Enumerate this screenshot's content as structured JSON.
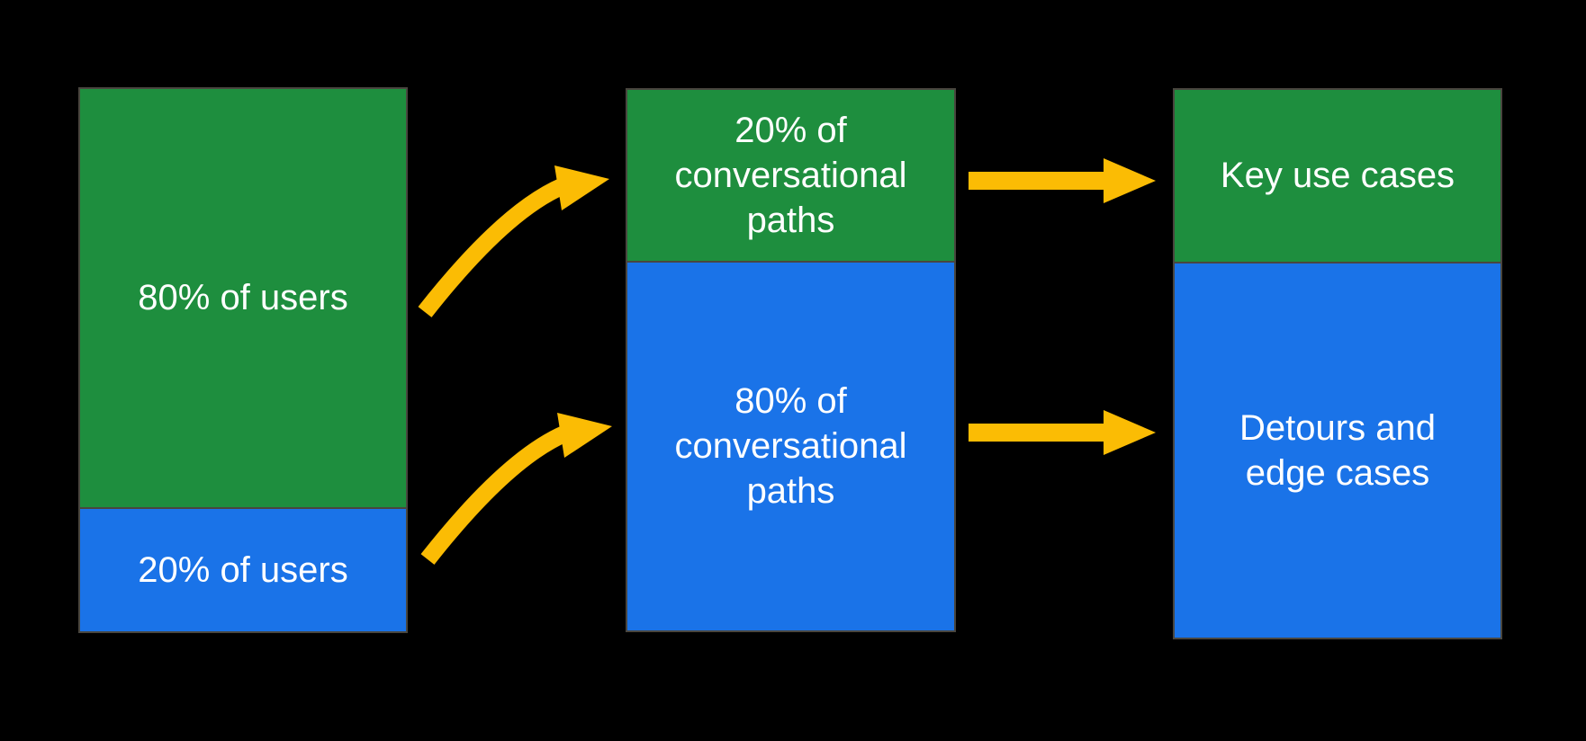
{
  "colors": {
    "background": "#000000",
    "green": "#1E8E3E",
    "blue": "#1A73E8",
    "yellow": "#FBBC04",
    "border": "#49463F",
    "text": "#FFFFFF"
  },
  "columns": [
    {
      "name": "users",
      "segments": [
        {
          "color": "green",
          "label": "80% of users"
        },
        {
          "color": "blue",
          "label": "20% of users"
        }
      ]
    },
    {
      "name": "conversational-paths",
      "segments": [
        {
          "color": "green",
          "label": "20% of conversational paths"
        },
        {
          "color": "blue",
          "label": "80% of conversational paths"
        }
      ]
    },
    {
      "name": "outcomes",
      "segments": [
        {
          "color": "green",
          "label": "Key use cases"
        },
        {
          "color": "blue",
          "label": "Detours and edge cases"
        }
      ]
    }
  ],
  "arrows": [
    {
      "name": "curved-arrow-top",
      "style": "curved",
      "from": "80% of users",
      "to": "20% of conversational paths"
    },
    {
      "name": "curved-arrow-bottom",
      "style": "curved",
      "from": "20% of users",
      "to": "80% of conversational paths"
    },
    {
      "name": "straight-arrow-top",
      "style": "straight",
      "from": "20% of conversational paths",
      "to": "Key use cases"
    },
    {
      "name": "straight-arrow-bottom",
      "style": "straight",
      "from": "80% of conversational paths",
      "to": "Detours and edge cases"
    }
  ]
}
